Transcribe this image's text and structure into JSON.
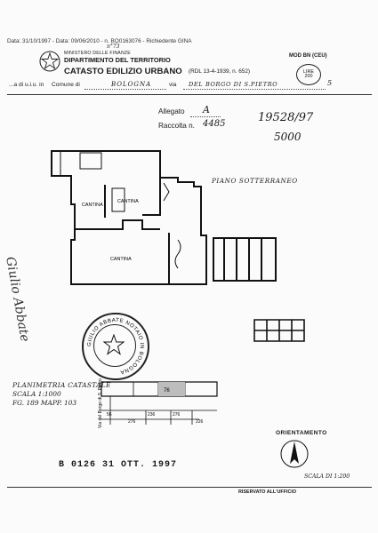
{
  "header": {
    "meta_line": "Data: 31/10/1997 - Data: 09/06/2010 - n. BO0163076 - Richiedente GINA",
    "top_note": "n°73",
    "ministero": "MINISTERO DELLE FINANZE",
    "dipartimento": "DIPARTIMENTO DEL TERRITORIO",
    "catasto": "CATASTO EDILIZIO URBANO",
    "rdl": "(RDL 13-4-1939, n. 652)",
    "modulo": "MOD BN (CEU)",
    "lire_label": "LIRE",
    "lire_value": "200",
    "stub": "...a di u.i.u. in",
    "comune_label": "Comune di",
    "comune_value": "BOLOGNA",
    "via_label": "via",
    "via_value": "DEL BORGO DI S.PIETRO",
    "civ": "5"
  },
  "annotations": {
    "allegato_label": "Allegato",
    "allegato_value": "A",
    "raccolta_label": "Raccolta n.",
    "raccolta_value": "4485",
    "ref_number": "19528/97",
    "ref_number2": "5000",
    "piano": "PIANO SOTTERRANEO"
  },
  "floorplan": {
    "rooms": [
      "CANTINA",
      "CANTINA",
      "CANTINA"
    ],
    "site_labels": [
      "76",
      "56",
      "236",
      "276",
      "226",
      "276"
    ],
    "street": "Via del Borgo di S. Pietro"
  },
  "seal": {
    "text": "GIULIO ABBATE NOTAIO IN BOLOGNA"
  },
  "footer": {
    "planimetria": "PLANIMETRIA CATASTALE",
    "scala": "SCALA 1:1000",
    "foglio": "FG. 189  MAPP. 103",
    "orientamento": "ORIENTAMENTO",
    "scala_plan": "SCALA DI 1:200",
    "stamp": "B 0126    31 OTT. 1997",
    "riservato": "RISERVATO ALL'UFFICIO"
  }
}
